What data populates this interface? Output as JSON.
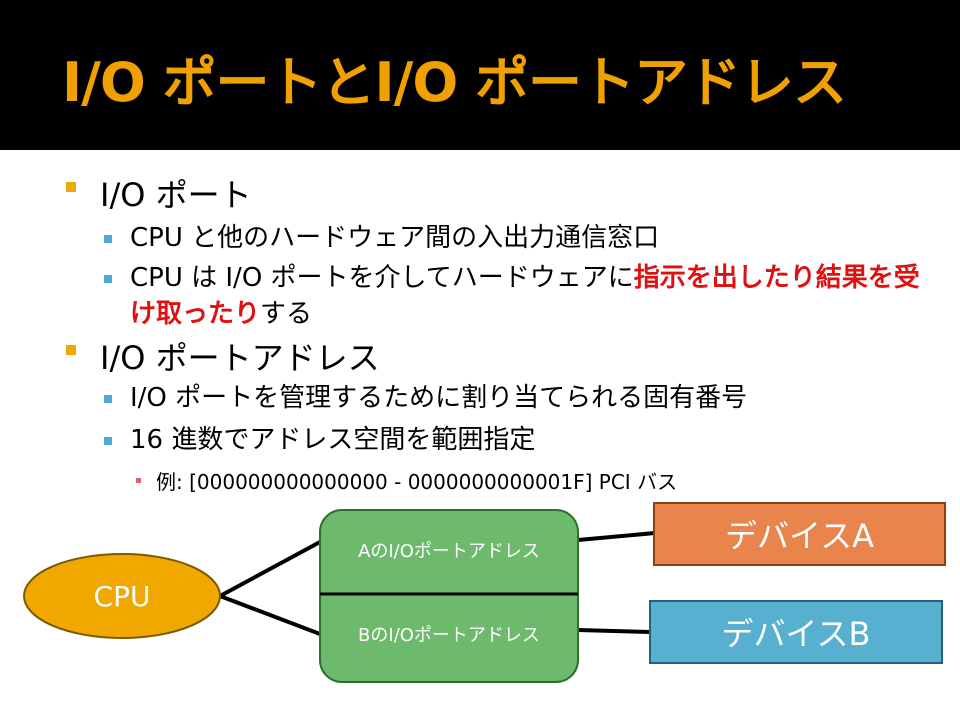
{
  "slide": {
    "title": "I/O ポートとI/O ポートアドレス"
  },
  "bullets": [
    {
      "text": "I/O ポート",
      "children": [
        {
          "text": "CPU と他のハードウェア間の入出力通信窓口"
        },
        {
          "text_before": "CPU は I/O ポートを介してハードウェアに",
          "highlight": "指示を出したり結果を受け取ったり",
          "text_after": "する"
        }
      ]
    },
    {
      "text": "I/O ポートアドレス",
      "children": [
        {
          "text": "I/O ポートを管理するために割り当てられる固有番号"
        },
        {
          "text": "16 進数でアドレス空間を範囲指定",
          "children": [
            {
              "text": "例: [000000000000000 - 0000000000001F] PCI バス"
            }
          ]
        }
      ]
    }
  ],
  "diagram": {
    "cpu_label": "CPU",
    "port_a_label": "AのI/Oポートアドレス",
    "port_b_label": "BのI/Oポートアドレス",
    "device_a_label": "デバイスA",
    "device_b_label": "デバイスB"
  },
  "colors": {
    "title": "#f0a000",
    "highlight": "#e01010",
    "cpu_fill": "#f0a800",
    "port_fill": "#6dba6d",
    "device_a_fill": "#e8844c",
    "device_b_fill": "#58b0d0"
  }
}
